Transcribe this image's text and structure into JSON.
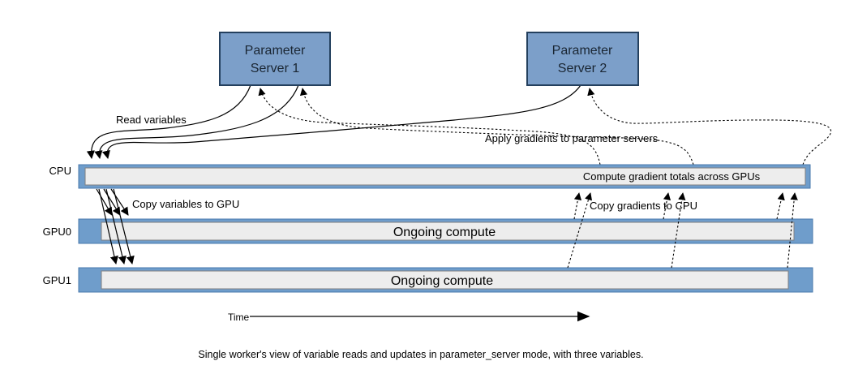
{
  "diagram": {
    "servers": [
      {
        "line1": "Parameter",
        "line2": "Server 1"
      },
      {
        "line1": "Parameter",
        "line2": "Server 2"
      }
    ],
    "lanes": [
      {
        "label": "CPU",
        "bar_text": "Compute gradient totals across GPUs"
      },
      {
        "label": "GPU0",
        "bar_text": "Ongoing compute"
      },
      {
        "label": "GPU1",
        "bar_text": "Ongoing compute"
      }
    ],
    "annotations": {
      "read_variables": "Read variables",
      "apply_gradients": "Apply gradients to parameter servers",
      "copy_variables": "Copy variables to GPU",
      "copy_gradients": "Copy gradients to CPU"
    },
    "time_label": "Time",
    "caption": "Single worker's view of variable reads and updates in parameter_server mode, with three variables.",
    "colors": {
      "server_fill": "#7c9fc9",
      "server_border": "#24405e",
      "server_text": "#1a2633",
      "bar_fill": "#6f9dcb",
      "bar_border": "#4a79ad",
      "track_fill": "#ededed",
      "track_border": "#808080",
      "line": "#000000"
    }
  }
}
